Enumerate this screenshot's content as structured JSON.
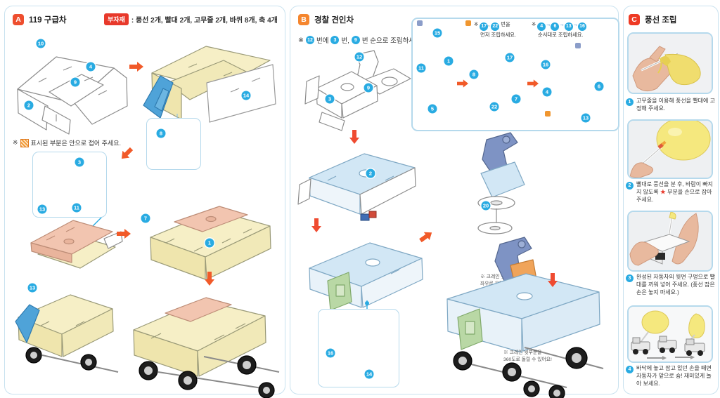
{
  "nums": {
    "1": "1",
    "2": "2",
    "3": "3",
    "4": "4",
    "5": "5",
    "6": "6",
    "7": "7",
    "8": "8",
    "9": "9",
    "10": "10",
    "11": "11",
    "12": "12",
    "13": "13",
    "14": "14",
    "15": "15",
    "16": "16",
    "17": "17",
    "20": "20",
    "22": "22"
  },
  "panel_a": {
    "badge": "A",
    "title": "119 구급차",
    "materials": {
      "label": "부자재",
      "text": ": 풍선 2개, 빨대 2개, 고무줄 2개, 바퀴 8개, 축 4개"
    },
    "fold_note": {
      "prefix": "※",
      "suffix": "표시된 부분은 안으로 접어 주세요."
    }
  },
  "panel_b": {
    "badge": "B",
    "title": "경찰 견인차",
    "order_note": {
      "prefix": "※",
      "n1": "12",
      "t1": "번에",
      "n2": "3",
      "t2": "번,",
      "n3": "9",
      "t3": "번 순으로 조립하세요."
    },
    "box_note1": {
      "prefix": "※",
      "n1": "17",
      "comma": ",",
      "n2": "22",
      "line1_suffix": "번을",
      "line2": "먼저 조립하세요."
    },
    "box_note2": {
      "prefix": "※",
      "n1": "4",
      "n2": "6",
      "n3": "13",
      "n4": "16",
      "arrow": "→",
      "line2": "순서대로 조립하세요."
    },
    "crane_note_side": {
      "line1": "※ 크레인 윗부분을",
      "line2": "좌우로 움직여 놓을 수 있어요!"
    },
    "crane_note_rotate": {
      "line1": "※ 크레인 윗부분을",
      "line2": "360도로 돌릴 수 있어요!"
    }
  },
  "panel_c": {
    "badge": "C",
    "title": "풍선 조립",
    "steps": [
      {
        "num": "1",
        "text": "고무줄을 이용해 풍선을 빨대에 고정해 주세요."
      },
      {
        "num": "2",
        "before": "빨대로 풍선을 분 후, 바람이 빠지지 않도록",
        "star": "★",
        "after": "부분을 손으로 잡아 주세요."
      },
      {
        "num": "3",
        "text": "완성된 자동차의 윗면 구멍으로 빨대를 끼워 넣어 주세요. (풍선 잡은 손은 놓지 마세요.)"
      },
      {
        "num": "4",
        "text": "바닥에 놓고 잡고 있던 손을 떼면 자동차가 앞으로 슝! 재미있게 놀아 보세요."
      }
    ]
  },
  "colors": {
    "accent_blue": "#29abe2",
    "badge_a": "#ee4e2e",
    "badge_b": "#f5862e",
    "badge_c": "#ee3a24",
    "materials_red": "#e8392b",
    "cream_part": "#f6efc6",
    "blue_part": "#4fa3d8",
    "pink_part": "#f2c5b0",
    "lightblue_part": "#d2e7f5",
    "green_part": "#b9d8a5",
    "crane_bluegray": "#7e93c4",
    "crane_orange": "#f0a45a",
    "arrow_orange": "#f15a29",
    "panel_border": "#c9e2ef"
  }
}
